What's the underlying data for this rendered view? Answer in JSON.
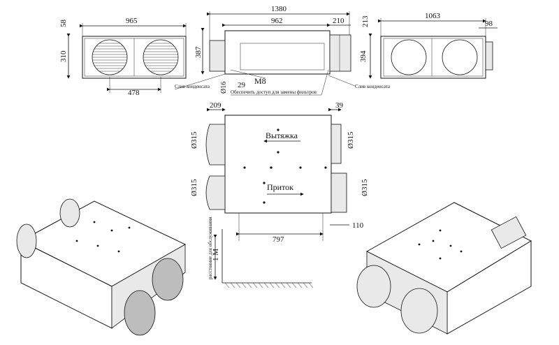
{
  "top_left": {
    "width": "965",
    "height": "310",
    "side": "58",
    "spacing": "478"
  },
  "top_mid": {
    "overall": "1380",
    "inner": "962",
    "right": "210",
    "height": "387",
    "bolt": "M8",
    "offset": "29",
    "drain_dia": "Ø16",
    "drain_label": "Слив конденсата",
    "access_label": "Обеспечить доступ для замены фильтров"
  },
  "top_right": {
    "width": "1063",
    "side": "98",
    "height_a": "213",
    "height_b": "394",
    "drain_label": "Слив конденсата"
  },
  "plan": {
    "left_offset": "209",
    "right_offset": "39",
    "exhaust_label": "Вытяжка",
    "supply_label": "Приток",
    "dia_exhaust_left": "Ø315",
    "dia_supply_left": "Ø315",
    "dia_exhaust_right": "Ø315",
    "dia_supply_right": "Ø315",
    "length": "797",
    "right_dim": "110"
  },
  "side": {
    "clearance": "1 М",
    "note": "расстояние для обслуживания"
  },
  "colors": {
    "line": "#111111",
    "fill": "#ffffff",
    "shade": "#e9e9e9"
  }
}
